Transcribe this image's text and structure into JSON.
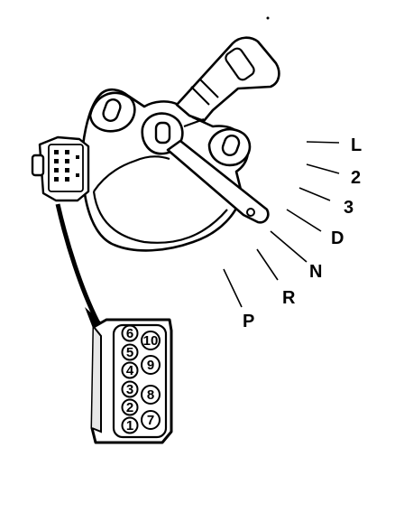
{
  "diagram": {
    "gear_positions": [
      "L",
      "2",
      "3",
      "D",
      "N",
      "R",
      "P"
    ],
    "connector_pins": {
      "left_column": [
        "6",
        "5",
        "4",
        "3",
        "2",
        "1"
      ],
      "right_column": [
        "10",
        "9",
        "8",
        "7"
      ]
    }
  }
}
